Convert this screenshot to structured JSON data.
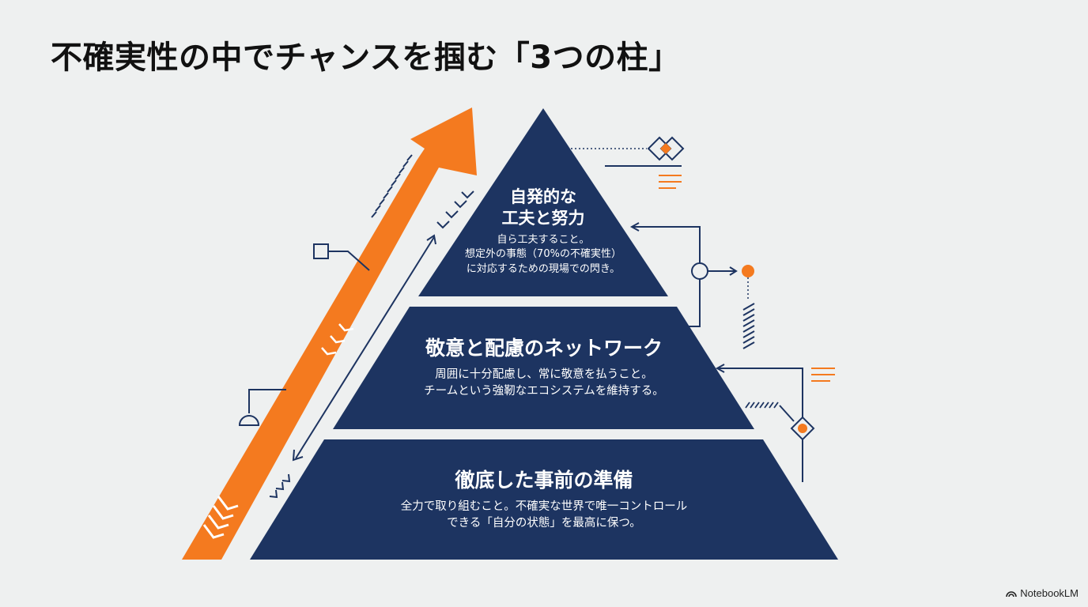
{
  "title": "不確実性の中でチャンスを掴む「3つの柱」",
  "pyramid": {
    "top": {
      "heading_line1": "自発的な",
      "heading_line2": "工夫と努力",
      "body_line1": "自ら工夫すること。",
      "body_line2": "想定外の事態（70%の不確実性）",
      "body_line3": "に対応するための現場での閃き。"
    },
    "middle": {
      "heading": "敬意と配慮のネットワーク",
      "body_line1": "周囲に十分配慮し、常に敬意を払うこと。",
      "body_line2": "チームという強靭なエコシステムを維持する。"
    },
    "bottom": {
      "heading": "徹底した事前の準備",
      "body_line1": "全力で取り組むこと。不確実な世界で唯一コントロール",
      "body_line2": "できる「自分の状態」を最高に保つ。"
    }
  },
  "colors": {
    "navy": "#1d3461",
    "orange": "#f47a1f",
    "background": "#eef0f0"
  },
  "watermark": {
    "label": "NotebookLM",
    "icon": "notebooklm-logo-icon"
  }
}
